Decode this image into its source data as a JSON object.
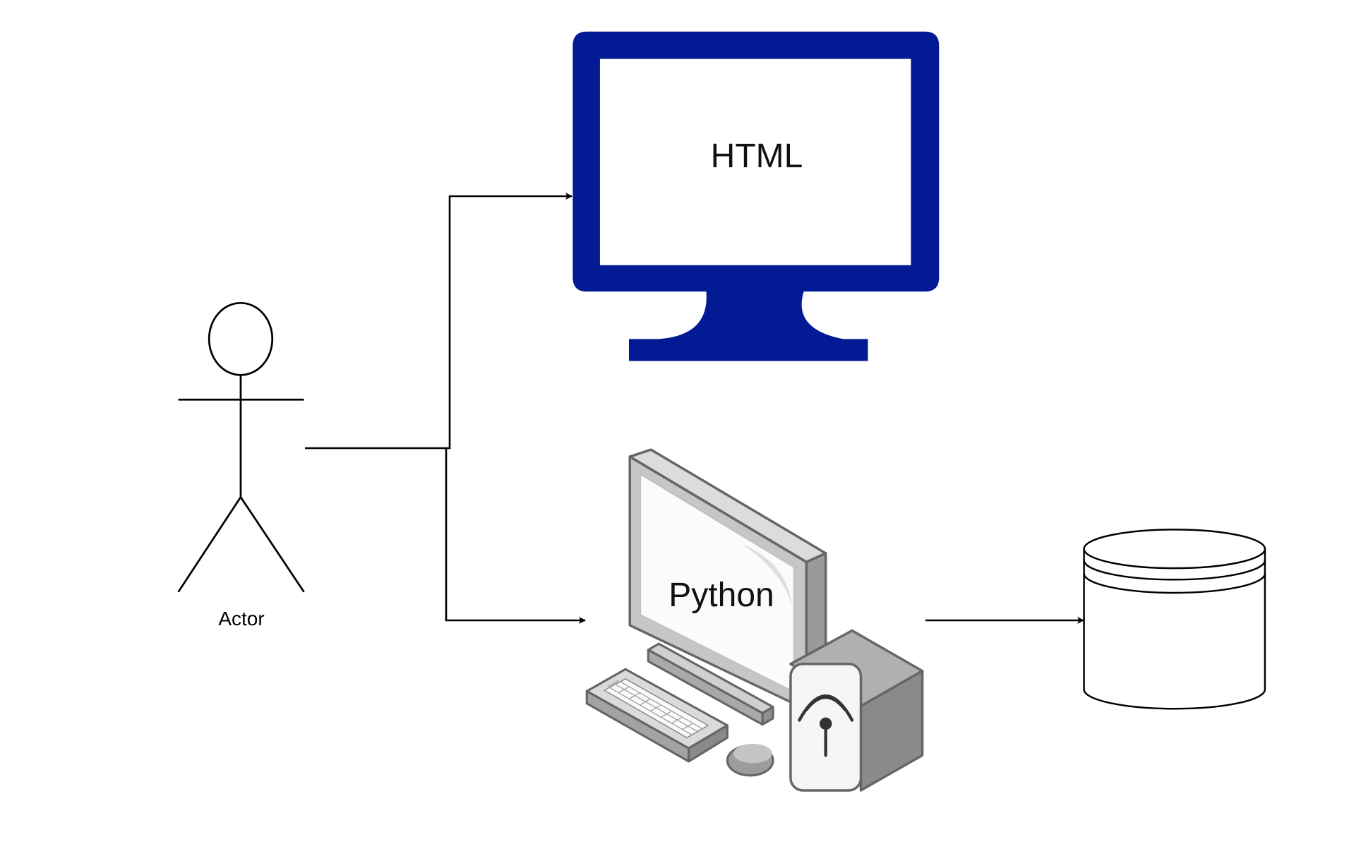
{
  "nodes": {
    "actor": {
      "label": "Actor"
    },
    "html_monitor": {
      "label": "HTML",
      "color": "#021A93"
    },
    "python_workstation": {
      "label": "Python"
    },
    "database": {
      "label": ""
    }
  },
  "edges": [
    {
      "from": "actor",
      "to": "html_monitor"
    },
    {
      "from": "actor",
      "to": "python_workstation"
    },
    {
      "from": "python_workstation",
      "to": "database"
    }
  ],
  "colors": {
    "line": "#000000",
    "monitor_blue": "#021A93",
    "gray_light": "#d4d4d4",
    "gray_mid": "#a8a8a8",
    "gray_dark": "#6d6d6d",
    "gray_outline": "#666666"
  }
}
